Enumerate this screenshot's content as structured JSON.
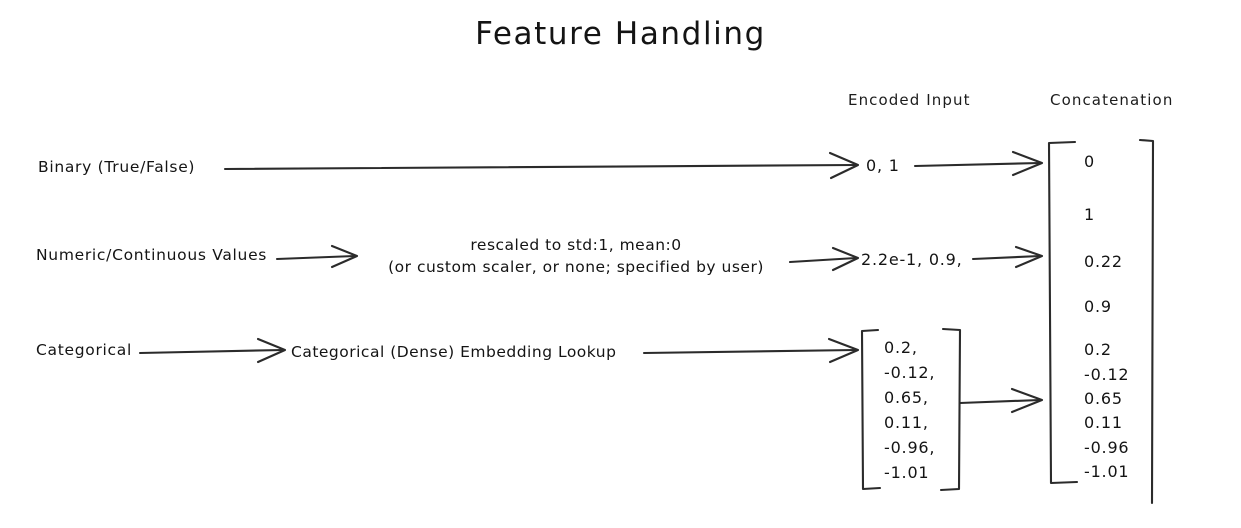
{
  "title": "Feature Handling",
  "columns": {
    "encoded_input": "Encoded Input",
    "concatenation": "Concatenation"
  },
  "rows": [
    {
      "input_label": "Binary (True/False)",
      "transform": "",
      "encoded": "0, 1"
    },
    {
      "input_label": "Numeric/Continuous Values",
      "transform": "rescaled to std:1, mean:0\n(or custom scaler, or none; specified by user)",
      "encoded": "2.2e-1, 0.9,"
    },
    {
      "input_label": "Categorical",
      "transform": "Categorical (Dense) Embedding Lookup",
      "encoded": ""
    }
  ],
  "embedding_vector": [
    "0.2,",
    "-0.12,",
    "0.65,",
    "0.11,",
    "-0.96,",
    "-1.01"
  ],
  "concatenation_vector": [
    "0",
    "1",
    "0.22",
    "0.9",
    "0.2",
    "-0.12",
    "0.65",
    "0.11",
    "-0.96",
    "-1.01"
  ],
  "style": {
    "ink": "#141414",
    "background": "#ffffff"
  }
}
